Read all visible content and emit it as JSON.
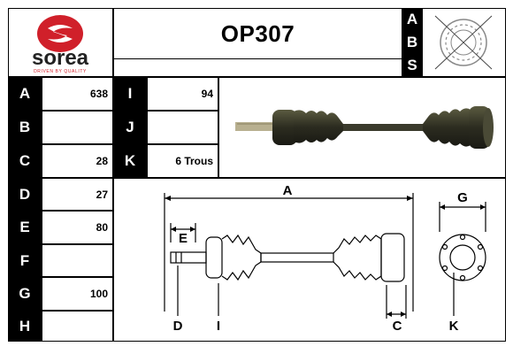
{
  "brand": {
    "name": "sorea",
    "tagline": "DRIVEN BY QUALITY",
    "color": "#d0202a"
  },
  "title": "OP307",
  "abs_letters": [
    "A",
    "B",
    "S"
  ],
  "rows_left": [
    {
      "label": "A",
      "value": "638"
    },
    {
      "label": "B",
      "value": ""
    },
    {
      "label": "C",
      "value": "28"
    },
    {
      "label": "D",
      "value": "27"
    },
    {
      "label": "E",
      "value": "80"
    },
    {
      "label": "F",
      "value": ""
    },
    {
      "label": "G",
      "value": "100"
    },
    {
      "label": "H",
      "value": ""
    }
  ],
  "rows_mid": [
    {
      "label": "I",
      "value": "94"
    },
    {
      "label": "J",
      "value": ""
    },
    {
      "label": "K",
      "value": "6 Trous"
    }
  ],
  "diagram_labels": {
    "A": "A",
    "E": "E",
    "D": "D",
    "I": "I",
    "C": "C",
    "G": "G",
    "K": "K"
  }
}
